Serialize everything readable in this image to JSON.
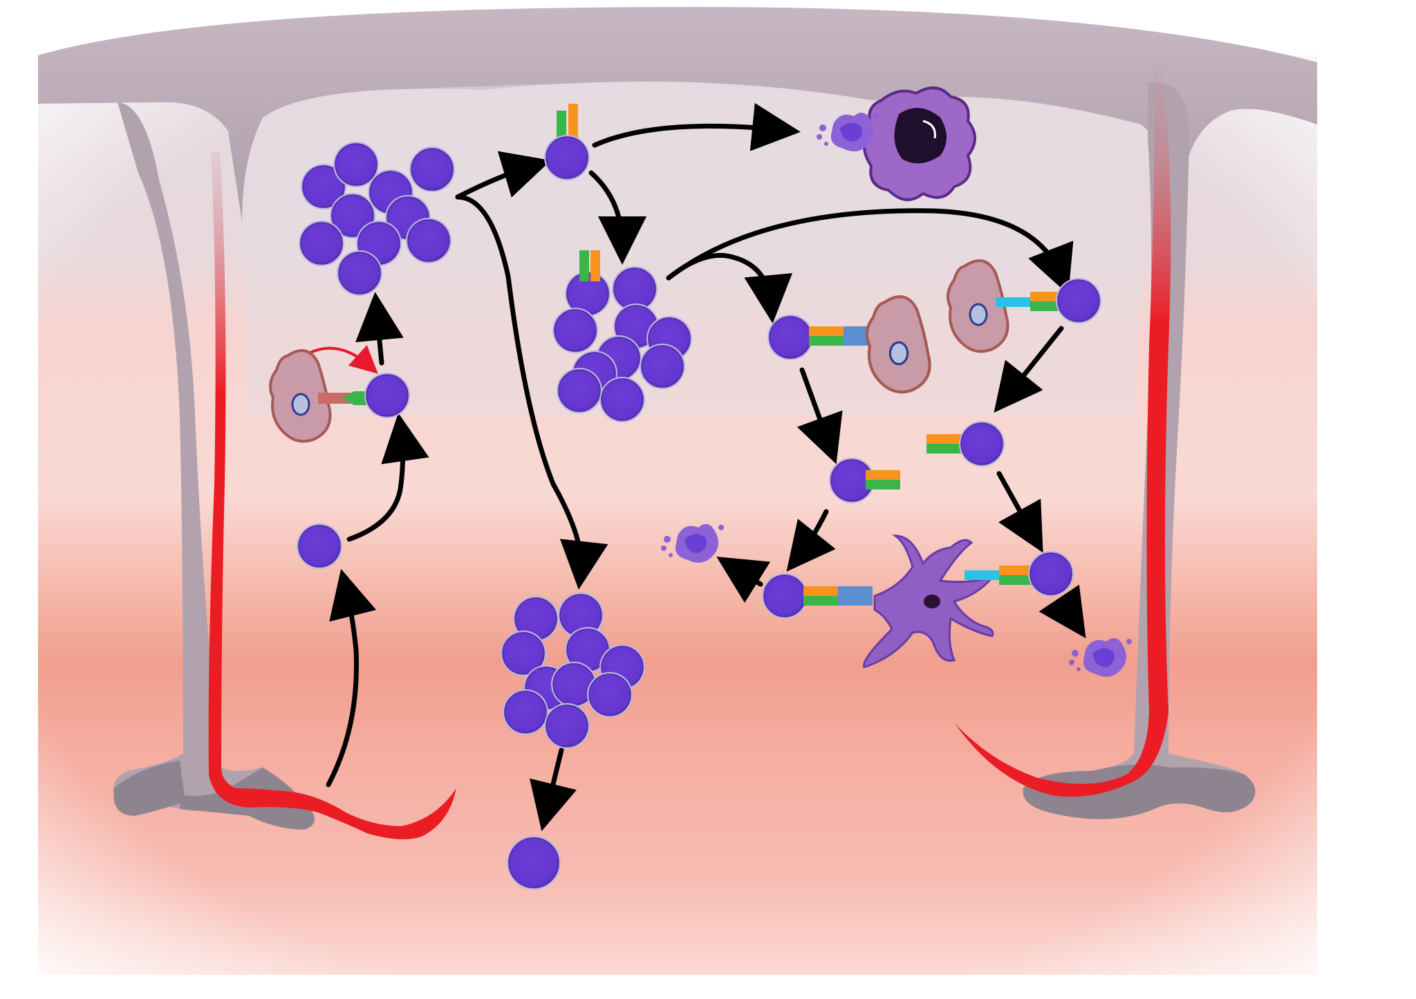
{
  "figure": {
    "caption": "",
    "labels": []
  },
  "palette": {
    "background": "#ffffff",
    "capsule": "#c4b5c1",
    "capsule_shadow": "#8d8490",
    "tissue_top": "#e2d6de",
    "tissue_mid": "#f5c5bd",
    "tissue_band": "#f0a08f",
    "vessel": "#ec1c24",
    "lymphocyte": "#6a3fd4",
    "lymphocyte_rim": "#b9b5e6",
    "macrophage": "#9e68c9",
    "macrophage_nucleus": "#1e0f2c",
    "dendritic_cell": "#8f5fc4",
    "stromal_cell": "#c99aa8",
    "stromal_rim": "#a55a54",
    "receptor_orange": "#f7931e",
    "receptor_green": "#39b54a",
    "receptor_blue": "#5b8fd0",
    "receptor_cyan": "#29c3ea",
    "arrow": "#000000",
    "arrow_red": "#e8192c"
  },
  "icons": [
    "lymph-node-capsule",
    "high-endothelial-venule",
    "naive-lymphocyte",
    "antigen-presenting-cell",
    "activated-lymphocyte-cluster",
    "receptor-complex",
    "macrophage",
    "dendritic-cell",
    "apoptotic-fragment",
    "exiting-lymphocyte"
  ]
}
